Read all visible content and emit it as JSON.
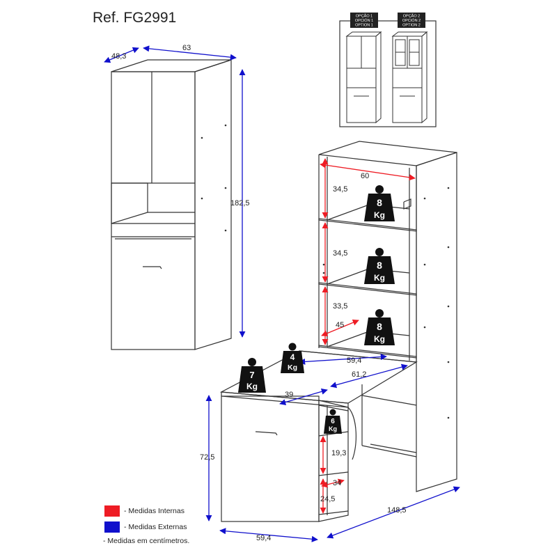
{
  "title": "Ref. FG2991",
  "options": {
    "option1": [
      "OPÇÃO 1",
      "OPCIÓN 1",
      "OPTION 1"
    ],
    "option2": [
      "OPÇÃO 2",
      "OPCIÓN 2",
      "OPTION 2"
    ]
  },
  "cabinet_dims": {
    "depth": "48,3",
    "width": "63",
    "height": "182,5"
  },
  "shelf_dims": {
    "inner_width": "60",
    "shelf_gap_1": "34,5",
    "shelf_gap_2": "34,5",
    "shelf_gap_3": "33,5",
    "shelf_depth": "45"
  },
  "desk_dims": {
    "desk_depth_inner": "59,4",
    "desk_depth_outer": "61,2",
    "top_inner": "39",
    "height": "72,5",
    "base_width": "59,4",
    "total_length": "148,5",
    "niche_height": "19,3",
    "niche_height_2": "24,5",
    "niche_depth": "34"
  },
  "weights": {
    "shelf_1": {
      "value": "8",
      "unit": "Kg"
    },
    "shelf_2": {
      "value": "8",
      "unit": "Kg"
    },
    "shelf_3": {
      "value": "8",
      "unit": "Kg"
    },
    "desk_top": {
      "value": "4",
      "unit": "Kg"
    },
    "desk_side": {
      "value": "7",
      "unit": "Kg"
    },
    "niche": {
      "value": "6",
      "unit": "Kg"
    }
  },
  "legend": {
    "internal": {
      "label": "- Medidas Internas",
      "color": "#ee1c24"
    },
    "external": {
      "label": "- Medidas Externas",
      "color": "#1010cc"
    },
    "note": "- Medidas em centímetros."
  }
}
